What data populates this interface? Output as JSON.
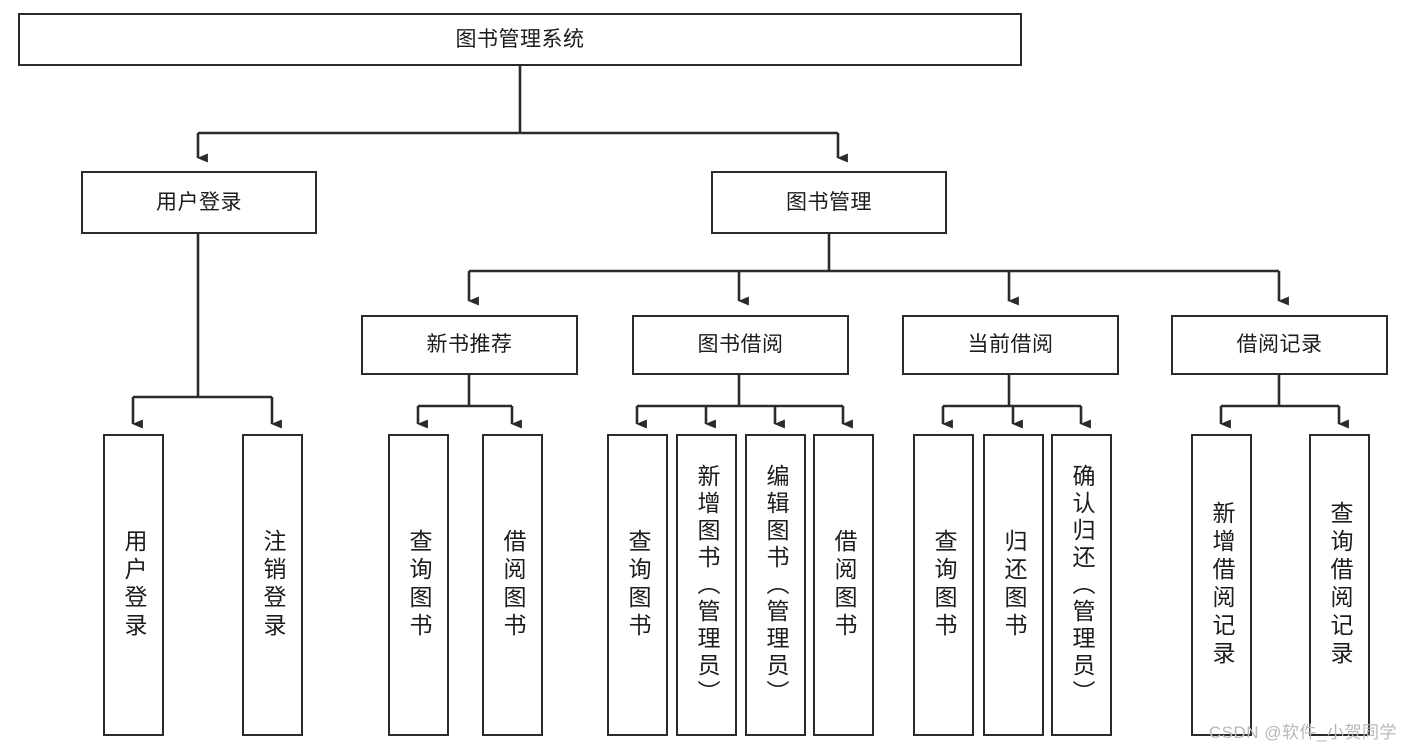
{
  "diagram": {
    "title": "图书管理系统",
    "type": "tree-hierarchy",
    "watermark": "CSDN @软件_小贺同学",
    "stroke_color": "#2b2b2b",
    "fill_color": "#ffffff",
    "text_color": "#1c1c1c",
    "nodes": {
      "root": {
        "label": "图书管理系统"
      },
      "level2": [
        {
          "label": "用户登录"
        },
        {
          "label": "图书管理"
        }
      ],
      "level3": [
        {
          "label": "新书推荐"
        },
        {
          "label": "图书借阅"
        },
        {
          "label": "当前借阅"
        },
        {
          "label": "借阅记录"
        }
      ],
      "leaves_user_login": [
        {
          "label": "用户登录"
        },
        {
          "label": "注销登录"
        }
      ],
      "leaves_new_books": [
        {
          "label": "查询图书"
        },
        {
          "label": "借阅图书"
        }
      ],
      "leaves_borrow": [
        {
          "label": "查询图书"
        },
        {
          "label": "新增图书（管理员）"
        },
        {
          "label": "编辑图书（管理员）"
        },
        {
          "label": "借阅图书"
        }
      ],
      "leaves_current": [
        {
          "label": "查询图书"
        },
        {
          "label": "归还图书"
        },
        {
          "label": "确认归还（管理员）"
        }
      ],
      "leaves_records": [
        {
          "label": "新增借阅记录"
        },
        {
          "label": "查询借阅记录"
        }
      ]
    }
  }
}
